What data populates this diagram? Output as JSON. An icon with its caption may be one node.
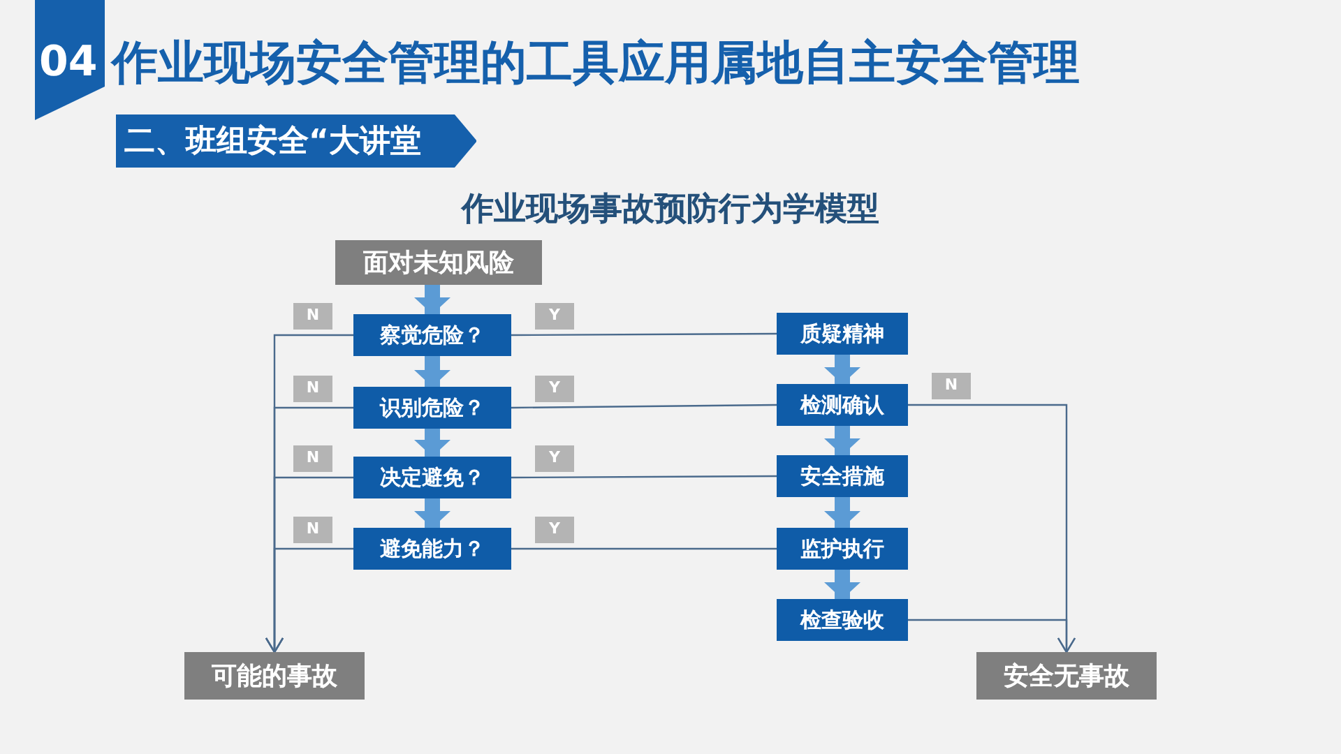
{
  "diagram": {
    "title": "作业现场事故预防行为学模型",
    "nodes": [
      {
        "text": [
          "面对未知风险"
        ]
      },
      {
        "text": [
          "察觉危险？"
        ]
      },
      {
        "text": [
          "识别危险？"
        ]
      },
      {
        "text": [
          "决定避免？"
        ]
      },
      {
        "text": [
          "避免能力？"
        ]
      },
      {
        "text": [
          "质疑精神"
        ]
      },
      {
        "text": [
          "检测确认"
        ]
      },
      {
        "text": [
          "安全措施"
        ]
      },
      {
        "text": [
          "监护执行"
        ]
      },
      {
        "text": [
          "检查验收"
        ]
      },
      {
        "text": [
          "可能的事故"
        ]
      },
      {
        "text": [
          "安全无事故"
        ]
      }
    ],
    "edges": [
      {
        "from": 0,
        "to": 1,
        "arrow": "to",
        "style": "thick",
        "color": "#5b9bd5"
      },
      {
        "from": 1,
        "to": 2,
        "arrow": "to",
        "style": "thick",
        "color": "#5b9bd5"
      },
      {
        "from": 2,
        "to": 3,
        "arrow": "to",
        "style": "thick",
        "color": "#5b9bd5"
      },
      {
        "from": 3,
        "to": 4,
        "arrow": "to",
        "style": "thick",
        "color": "#5b9bd5"
      },
      {
        "from": 1,
        "to": 5,
        "arrow": "none",
        "label": "Y"
      },
      {
        "from": 2,
        "to": 6,
        "arrow": "none",
        "label": "Y"
      },
      {
        "from": 3,
        "to": 7,
        "arrow": "none",
        "label": "Y"
      },
      {
        "from": 4,
        "to": 8,
        "arrow": "none",
        "label": "Y"
      },
      {
        "from": 5,
        "to": 6,
        "arrow": "to",
        "style": "thick",
        "color": "#5b9bd5"
      },
      {
        "from": 6,
        "to": 7,
        "arrow": "to",
        "style": "thick",
        "color": "#5b9bd5"
      },
      {
        "from": 7,
        "to": 8,
        "arrow": "to",
        "style": "thick",
        "color": "#5b9bd5"
      },
      {
        "from": 8,
        "to": 9,
        "arrow": "to",
        "style": "thick",
        "color": "#5b9bd5"
      },
      {
        "from": 1,
        "to": 10,
        "arrow": "to",
        "label": "N"
      },
      {
        "from": 2,
        "to": 10,
        "arrow": "to",
        "label": "N"
      },
      {
        "from": 3,
        "to": 10,
        "arrow": "to",
        "label": "N"
      },
      {
        "from": 4,
        "to": 10,
        "arrow": "to",
        "label": "N"
      },
      {
        "from": 6,
        "to": 11,
        "arrow": "to",
        "label": "N"
      },
      {
        "from": 9,
        "to": 11,
        "arrow": "to"
      }
    ],
    "labels": [
      "04",
      "作业现场安全管理的工具应用属地自主安全管理",
      "二、班组安全“大讲堂"
    ]
  }
}
